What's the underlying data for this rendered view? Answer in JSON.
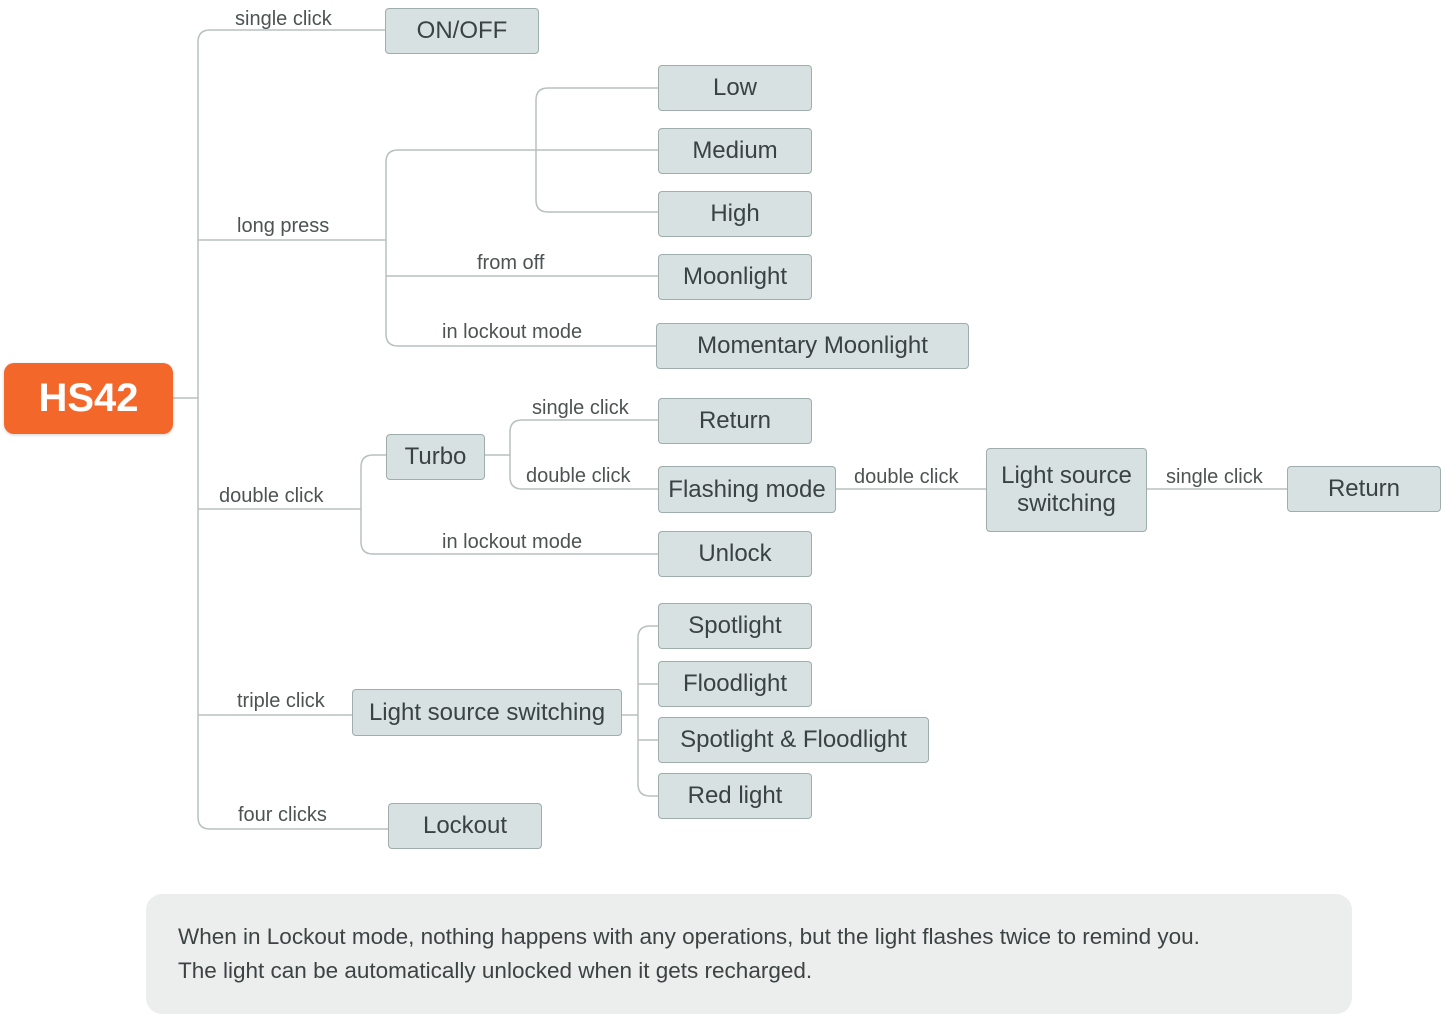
{
  "root": {
    "label": "HS42"
  },
  "nodes": {
    "on_off": "ON/OFF",
    "low": "Low",
    "medium": "Medium",
    "high": "High",
    "moonlight": "Moonlight",
    "momentary_moonlight": "Momentary Moonlight",
    "turbo": "Turbo",
    "return_1": "Return",
    "flashing_mode": "Flashing mode",
    "light_source_switching_line1": "Light source",
    "light_source_switching_line2": "switching",
    "return_2": "Return",
    "unlock": "Unlock",
    "light_source_switching": "Light source switching",
    "spotlight": "Spotlight",
    "floodlight": "Floodlight",
    "spotlight_floodlight": "Spotlight & Floodlight",
    "red_light": "Red light",
    "lockout": "Lockout"
  },
  "labels": {
    "single_click_1": "single click",
    "long_press": "long press",
    "from_off": "from off",
    "in_lockout_mode_1": "in lockout mode",
    "single_click_2": "single click",
    "double_click_1": "double click",
    "double_click_2": "double click",
    "double_click_3": "double click",
    "single_click_3": "single click",
    "in_lockout_mode_2": "in lockout mode",
    "triple_click": "triple click",
    "four_clicks": "four clicks"
  },
  "note": {
    "line1": "When in Lockout mode, nothing happens with any operations, but the light flashes twice to remind you.",
    "line2": "The light can be automatically unlocked when it gets recharged."
  },
  "colors": {
    "root_fill": "#f4672a",
    "node_fill": "#d7e1e1",
    "node_border": "#9fadad",
    "connector": "#b8c0c0",
    "note_fill": "#eceeee"
  }
}
